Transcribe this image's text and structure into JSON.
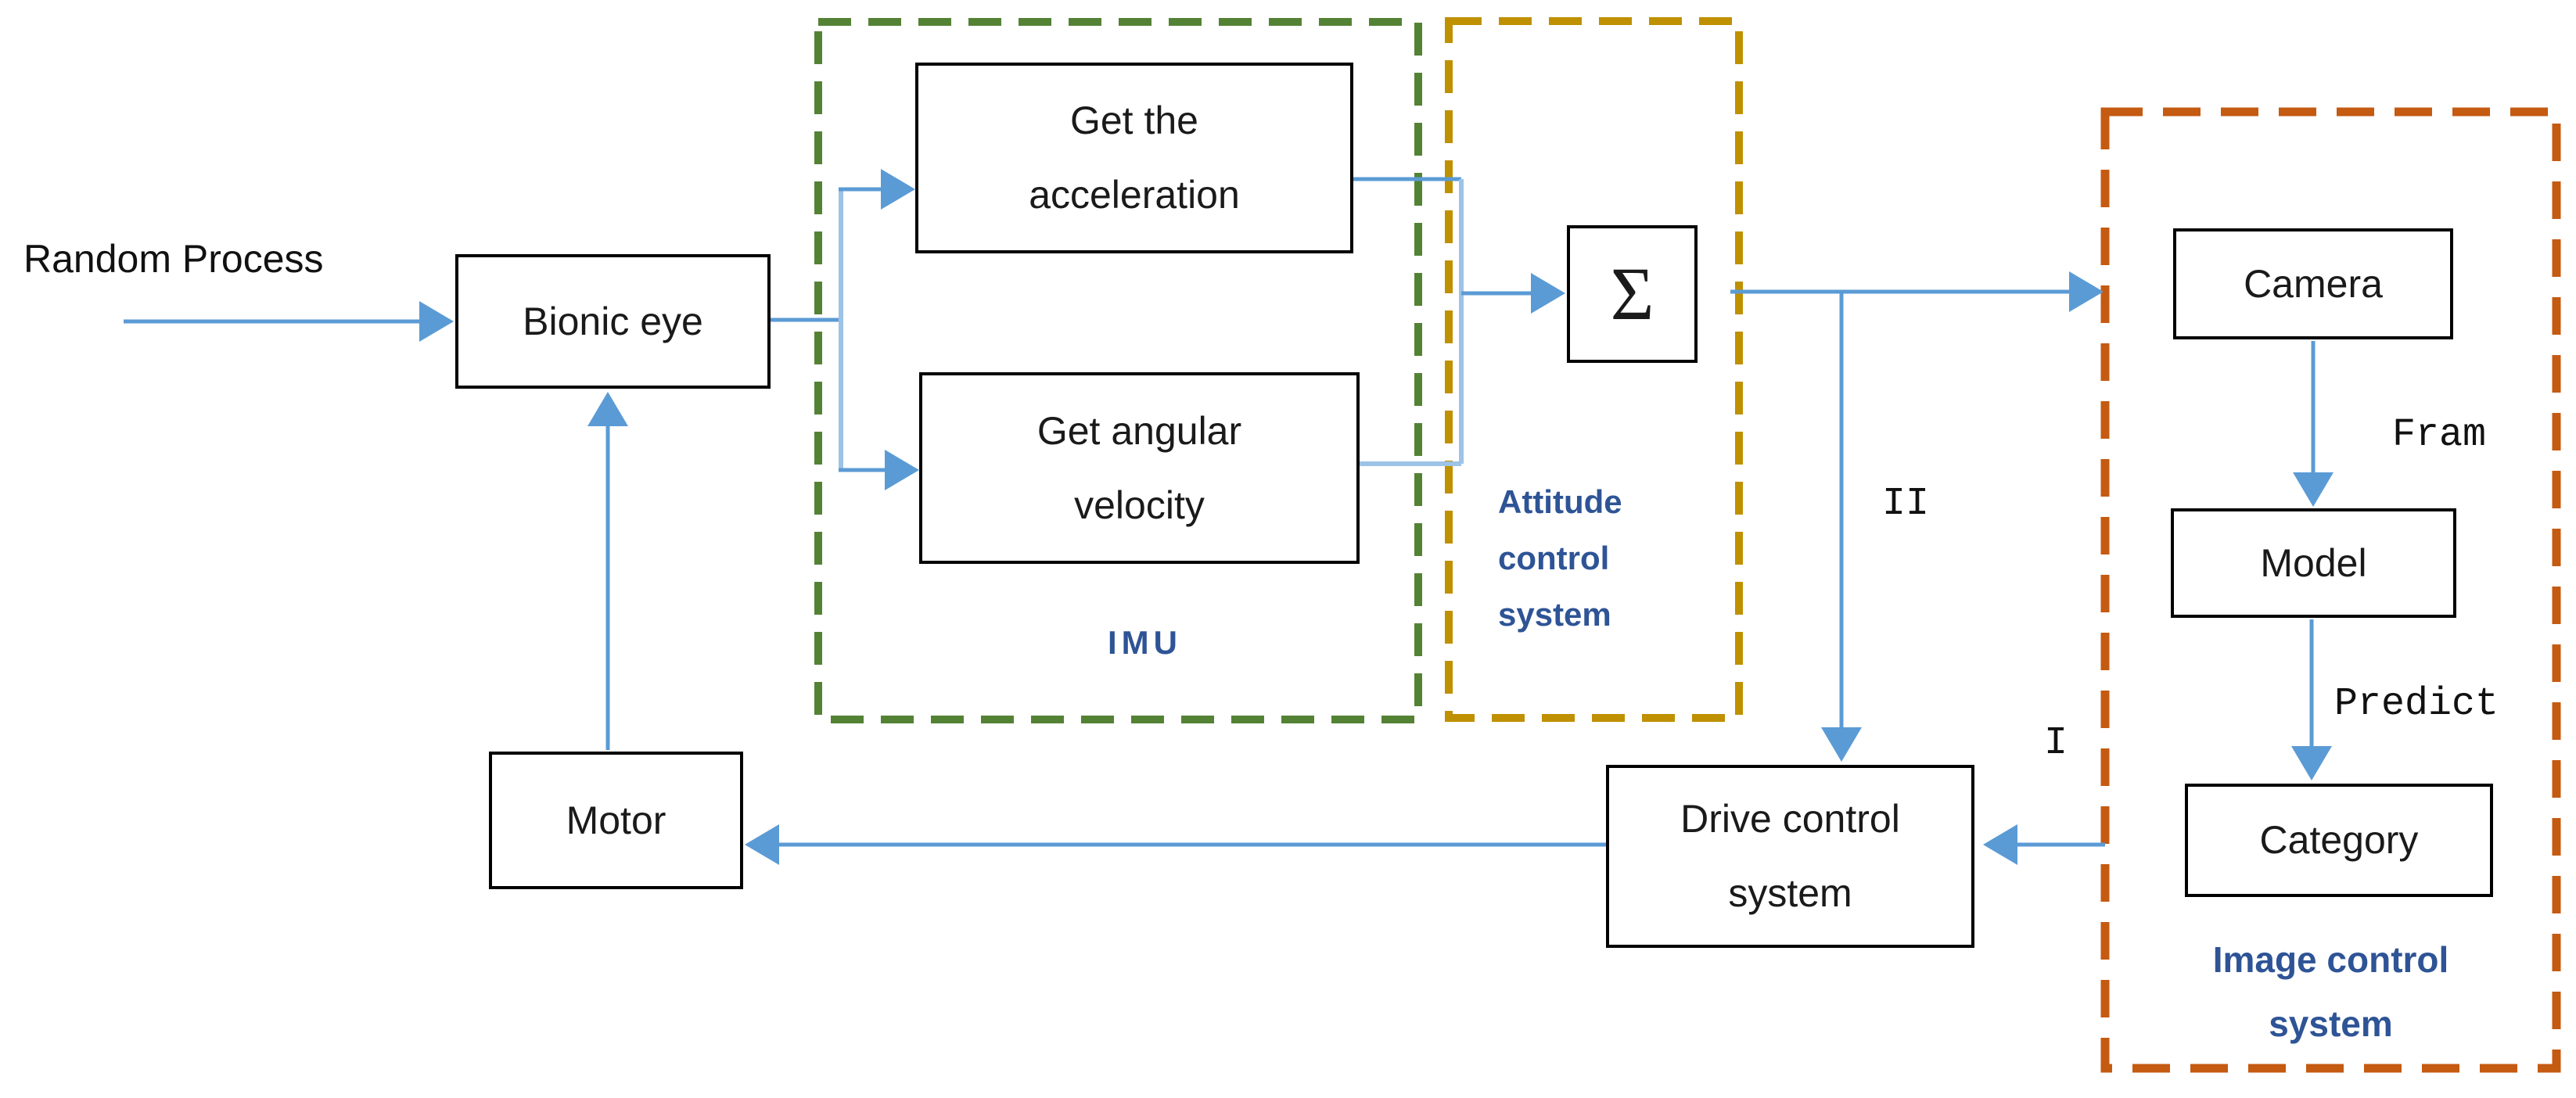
{
  "title": "Bionic eye control system block diagram",
  "colors": {
    "arrow": "#5B9BD5",
    "arrow_light": "#9DC3E6",
    "imu_border": "#548235",
    "attitude_border": "#BF9000",
    "image_border": "#C55A11",
    "group_label": "#2E5496",
    "node_border": "#000000",
    "node_text": "#1a1a1a"
  },
  "nodes": {
    "random_process": {
      "label": "Random Process"
    },
    "bionic_eye": {
      "label": "Bionic eye"
    },
    "get_acceleration": {
      "label": "Get the\nacceleration"
    },
    "get_angular_velocity": {
      "label": "Get angular\nvelocity"
    },
    "sigma": {
      "label": "Σ"
    },
    "camera": {
      "label": "Camera"
    },
    "model": {
      "label": "Model"
    },
    "category": {
      "label": "Category"
    },
    "drive_control": {
      "label": "Drive control\nsystem"
    },
    "motor": {
      "label": "Motor"
    }
  },
  "groups": {
    "imu": {
      "label": "IMU"
    },
    "attitude": {
      "label": "Attitude\ncontrol\nsystem"
    },
    "image": {
      "label": "Image control\nsystem"
    }
  },
  "annotations": {
    "frame": {
      "label": "Fram"
    },
    "predict": {
      "label": "Predict"
    },
    "roman_two": {
      "label": "II"
    },
    "roman_one": {
      "label": "I"
    }
  }
}
